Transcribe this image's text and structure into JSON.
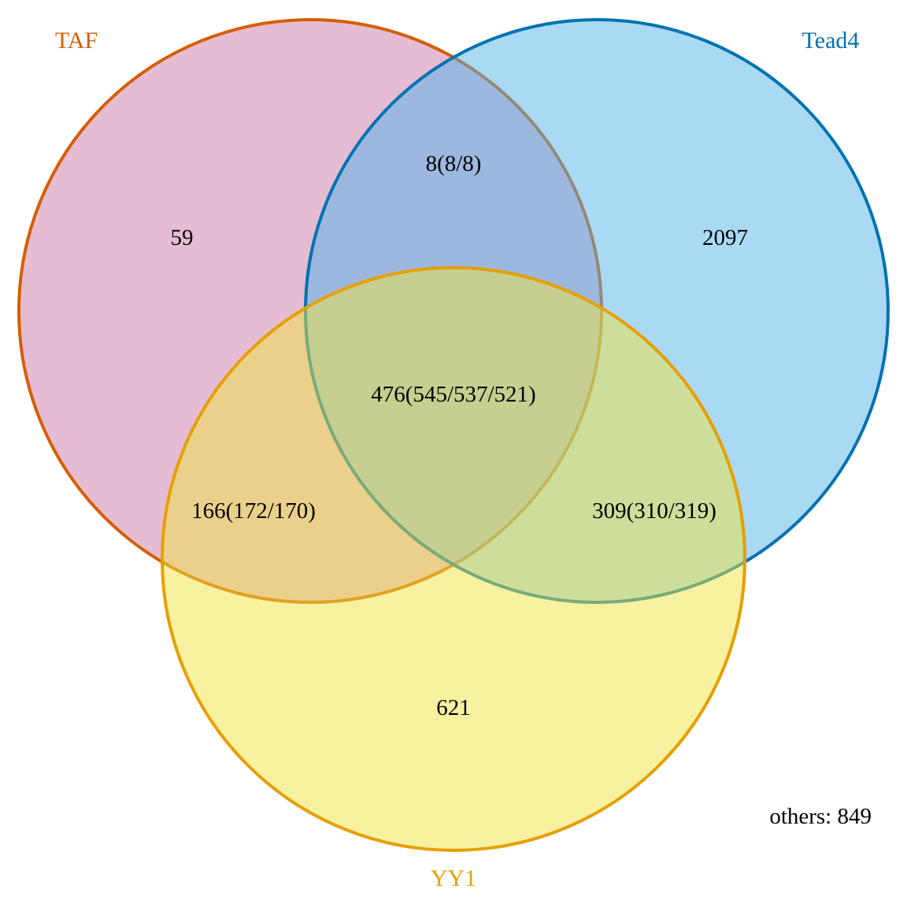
{
  "sets": [
    {
      "id": "taf",
      "name": "TAF",
      "stroke": "#D55E00",
      "fill": "#CC79A7"
    },
    {
      "id": "tead4",
      "name": "Tead4",
      "stroke": "#0072B2",
      "fill": "#56B4E9"
    },
    {
      "id": "yy1",
      "name": "YY1",
      "stroke": "#E69F00",
      "fill": "#F0E442"
    }
  ],
  "regions": {
    "taf_only": "59",
    "tead4_only": "2097",
    "yy1_only": "621",
    "taf_tead4": "8(8/8)",
    "taf_yy1": "166(172/170)",
    "tead4_yy1": "309(310/319)",
    "all_three": "476(545/537/521)"
  },
  "others": "others: 849"
}
